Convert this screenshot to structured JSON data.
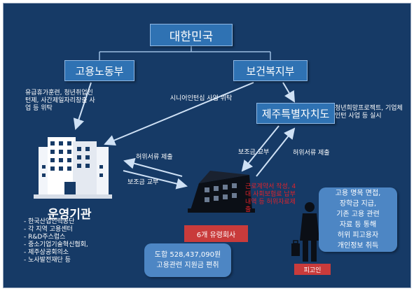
{
  "nodes": {
    "country": "대한민국",
    "moel": "고용노동부",
    "mohw": "보건복지부",
    "jeju": "제주특별자치도"
  },
  "notes": {
    "moel": "유급휴가훈련, 청년취업인턴제, 사간제일자리창출 사업 등 위탁",
    "mohw": "시니어인턴십 사업 위탁",
    "jeju": "청년희망프로젝트, 기업체인턴 사업 등 실시"
  },
  "flows": {
    "submit_left": "허위서류 제출",
    "grant_left": "보조금 교부",
    "grant_right": "보조금 교부",
    "submit_right": "허위서류 제출"
  },
  "agency": {
    "title": "운영기관",
    "list": [
      "한국산업인력공단",
      "각 지역 고용센터",
      "R&D주스럽스",
      "중소기업기술혁신협회,",
      "제주상공회의소",
      "노사발전재단 등"
    ]
  },
  "company": {
    "label": "6개 유령회사",
    "red_note": "근로계약서 작성, 4대 사회보험료 납부내역 등 허위자료제출"
  },
  "amount": {
    "line1": "도합 528,437,090원",
    "line2": "고용관련 지원금 편취"
  },
  "defendant": {
    "label": "피고인",
    "desc": [
      "고용 명목 면접,",
      "장학금 지급,",
      "기존 고용 관련",
      "자료 등 통해",
      "허위 피고용자",
      "개인정보 취득"
    ]
  },
  "colors": {
    "background": "#163a66",
    "box": "#2f72b3",
    "red": "#c93b3b",
    "bubble": "#4d86c4"
  }
}
